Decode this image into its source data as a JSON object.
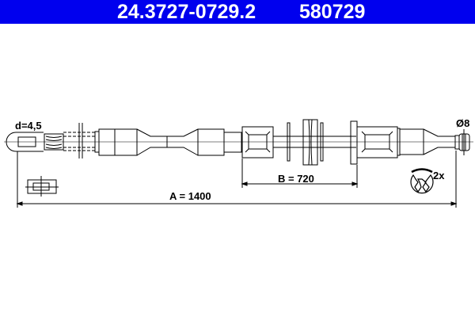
{
  "header": {
    "part_number": "24.3727-0729.2",
    "ref_number": "580729",
    "color": "#0000ee"
  },
  "drawing": {
    "eye_diameter_label": "d=4,5",
    "end_diameter_label": "Ø8",
    "dimension_a_label": "A = 1400",
    "dimension_b_label": "B = 720",
    "clip_quantity_label": "2x"
  }
}
